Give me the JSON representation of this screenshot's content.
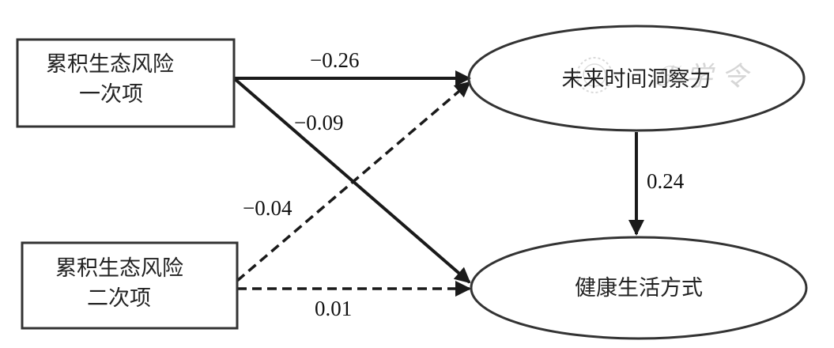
{
  "diagram": {
    "nodes": {
      "cumulative_risk_linear": {
        "shape": "rectangle",
        "lines": [
          "累积生态风险",
          "一次项"
        ]
      },
      "cumulative_risk_quadratic": {
        "shape": "rectangle",
        "lines": [
          "累积生态风险",
          "二次项"
        ]
      },
      "future_time_insight": {
        "shape": "ellipse",
        "label": "未来时间洞察力"
      },
      "healthy_lifestyle": {
        "shape": "ellipse",
        "label": "健康生活方式"
      }
    },
    "edges": [
      {
        "from": "cumulative_risk_linear",
        "to": "future_time_insight",
        "coefficient": "−0.26",
        "style": "solid"
      },
      {
        "from": "cumulative_risk_linear",
        "to": "healthy_lifestyle",
        "coefficient": "−0.09",
        "style": "solid"
      },
      {
        "from": "cumulative_risk_quadratic",
        "to": "future_time_insight",
        "coefficient": "−0.04",
        "style": "dashed"
      },
      {
        "from": "cumulative_risk_quadratic",
        "to": "healthy_lifestyle",
        "coefficient": "0.01",
        "style": "dashed"
      },
      {
        "from": "future_time_insight",
        "to": "healthy_lifestyle",
        "coefficient": "0.24",
        "style": "solid"
      }
    ]
  },
  "watermark": {
    "text": "ℱ 学 令"
  },
  "colors": {
    "line": "#1a1a1a",
    "box_border": "#333333",
    "watermark": "#d6d6d6"
  }
}
